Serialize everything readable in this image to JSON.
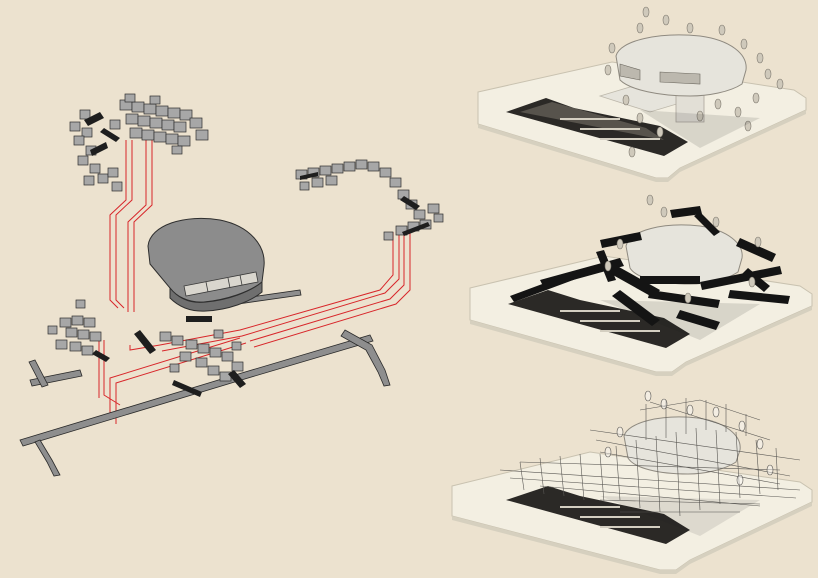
{
  "colors": {
    "background": "#ece2cf",
    "plate": "#f3efe2",
    "plate_edge": "#c9c2b0",
    "pit": "#2b2926",
    "pod_fill": "#8a8a8a",
    "pod_light": "#e6e4dc",
    "tile_fill": "#9a9a9a",
    "tile_stroke": "#3a3a3a",
    "route_red": "#d8262a",
    "dark_mass": "#141414",
    "scaffold": "#5a5854"
  },
  "icons": [
    "pod-module-icon",
    "tile-cluster-icon",
    "ring-disc-icon"
  ],
  "panels": [
    "stage-1-pod-only",
    "stage-2-dense-mass",
    "stage-3-scaffold-lattice"
  ]
}
